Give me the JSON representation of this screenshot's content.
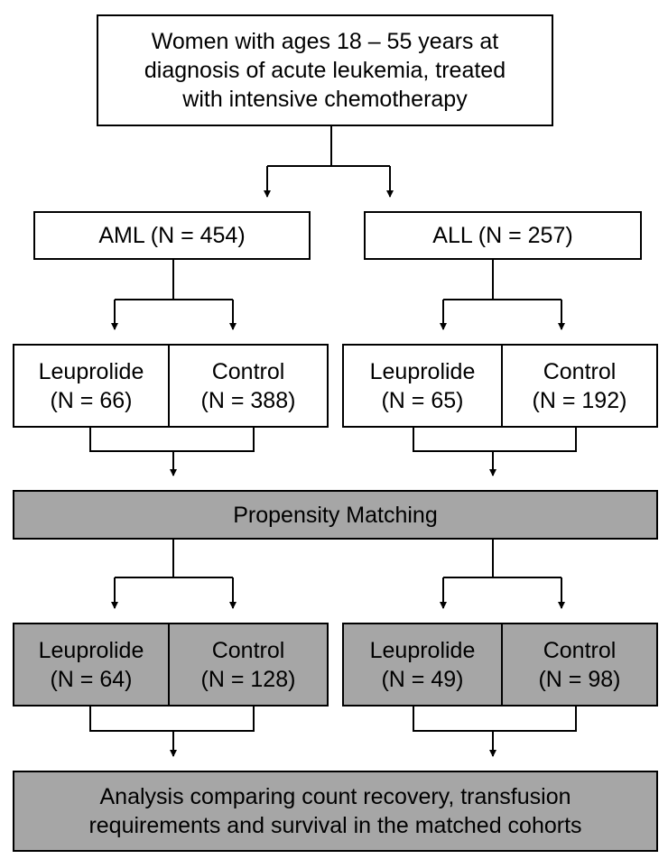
{
  "colors": {
    "line": "#000000",
    "box_fill": "#ffffff",
    "shaded_fill": "#a6a6a6"
  },
  "top": {
    "line1": "Women with ages 18 – 55 years at",
    "line2": "diagnosis of acute leukemia, treated",
    "line3": "with intensive chemotherapy"
  },
  "aml": {
    "label": "AML (N = 454)"
  },
  "all": {
    "label": "ALL (N = 257)"
  },
  "aml_pre": {
    "leuprolide": {
      "name": "Leuprolide",
      "n": "(N = 66)"
    },
    "control": {
      "name": "Control",
      "n": "(N = 388)"
    }
  },
  "all_pre": {
    "leuprolide": {
      "name": "Leuprolide",
      "n": "(N = 65)"
    },
    "control": {
      "name": "Control",
      "n": "(N = 192)"
    }
  },
  "matching": {
    "label": "Propensity Matching"
  },
  "aml_post": {
    "leuprolide": {
      "name": "Leuprolide",
      "n": "(N = 64)"
    },
    "control": {
      "name": "Control",
      "n": "(N = 128)"
    }
  },
  "all_post": {
    "leuprolide": {
      "name": "Leuprolide",
      "n": "(N = 49)"
    },
    "control": {
      "name": "Control",
      "n": "(N = 98)"
    }
  },
  "analysis": {
    "line1": "Analysis comparing count recovery, transfusion",
    "line2": "requirements and survival in the matched cohorts"
  }
}
